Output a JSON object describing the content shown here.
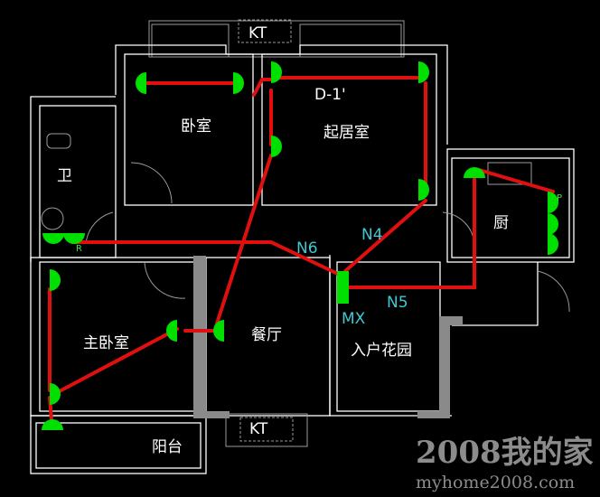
{
  "plan": {
    "labels": {
      "kt_top": "KT",
      "kt_bottom": "KT",
      "drawing_code": "D-1'",
      "bedroom": "卧室",
      "living_room": "起居室",
      "bathroom": "卫",
      "kitchen": "厨",
      "master_bedroom": "主卧室",
      "dining_room": "餐厅",
      "entrance_garden": "入户花园",
      "balcony": "阳台",
      "mx": "MX",
      "n4": "N4",
      "n5": "N5",
      "n6": "N6",
      "p": "P",
      "r": "R"
    },
    "colors": {
      "wiring": "#e01010",
      "outlet": "#00e000",
      "network_label": "#40c8d0"
    }
  },
  "watermark": {
    "title": "2008我的家",
    "url": "myhome2008.com"
  }
}
